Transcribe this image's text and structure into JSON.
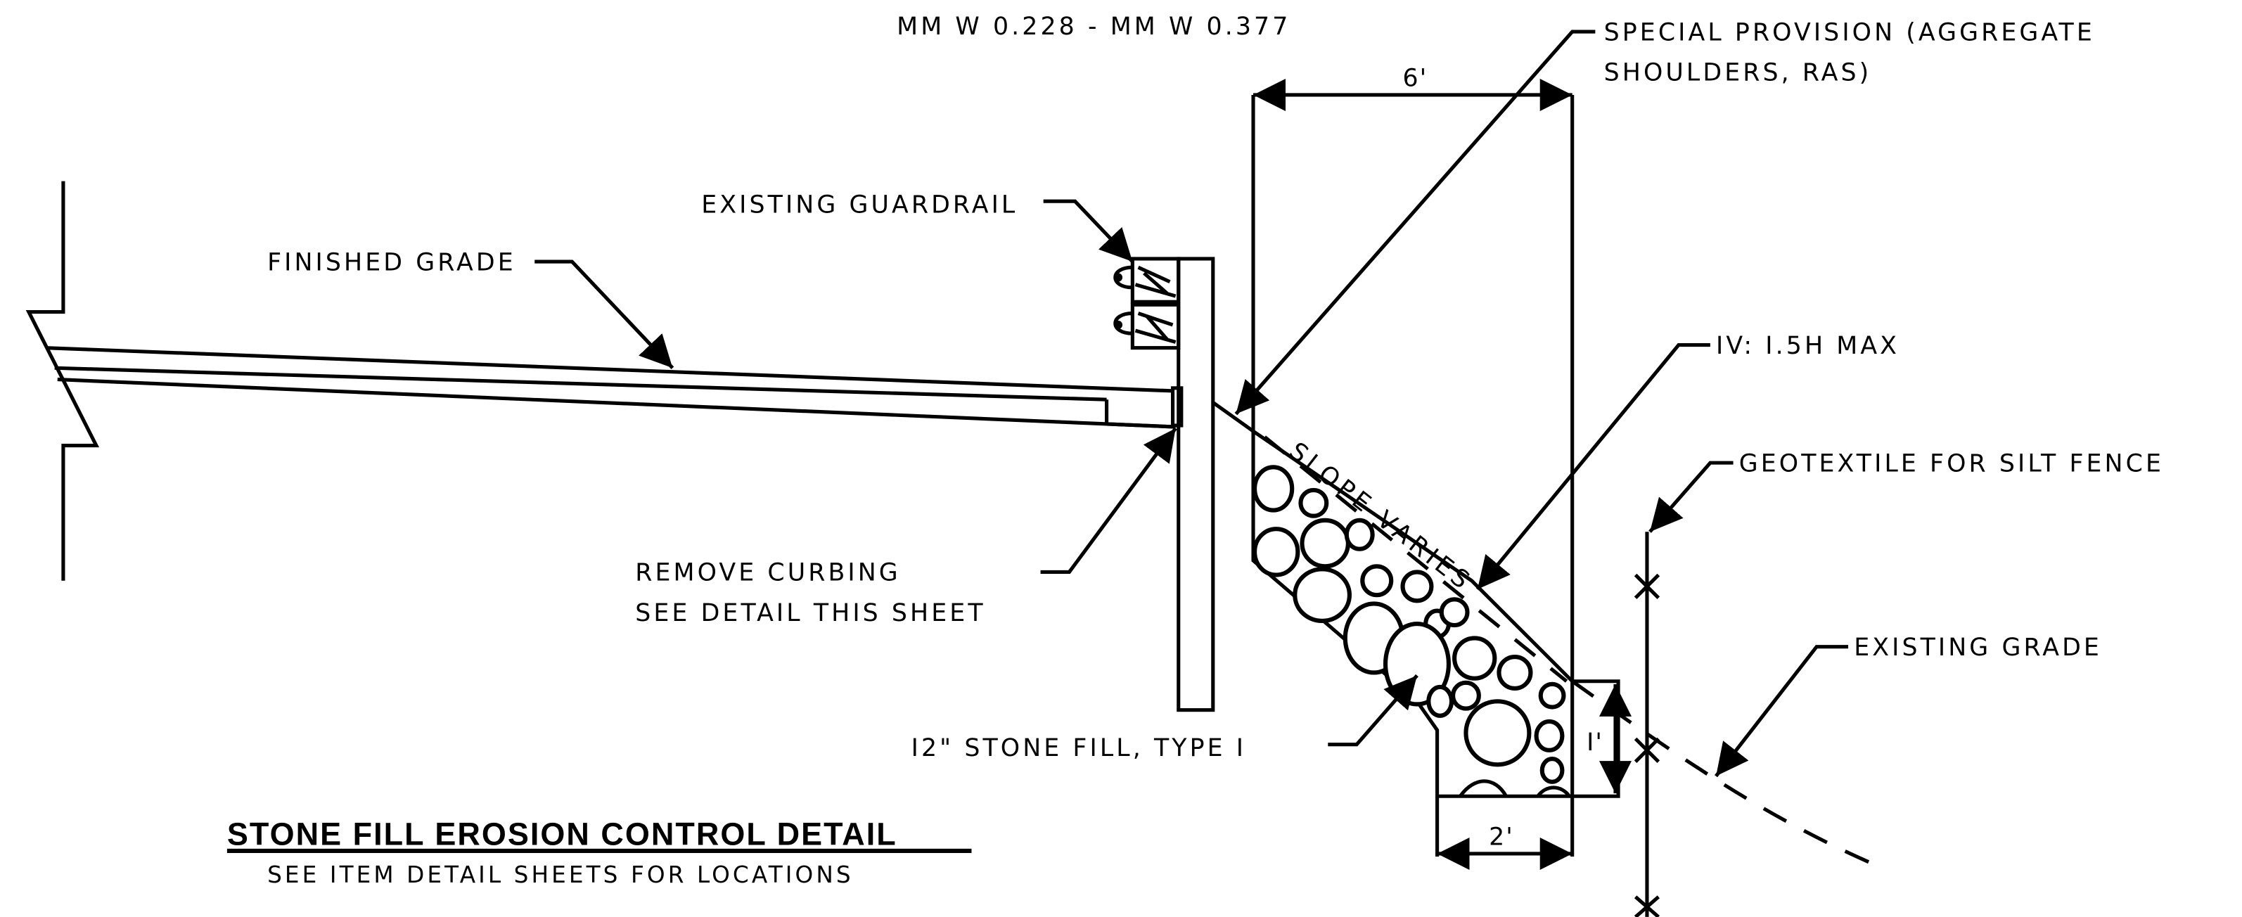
{
  "header": {
    "mile_markers": "MM W 0.228 - MM W 0.377"
  },
  "labels": {
    "special_provision_line1": "SPECIAL PROVISION (AGGREGATE",
    "special_provision_line2": "SHOULDERS, RAS)",
    "existing_guardrail": "EXISTING GUARDRAIL",
    "finished_grade": "FINISHED GRADE",
    "slope_ratio": "IV: I.5H MAX",
    "geotextile": "GEOTEXTILE FOR SILT FENCE",
    "slope_varies": "SLOPE VARIES",
    "remove_curbing_line1": "REMOVE CURBING",
    "remove_curbing_line2": "SEE DETAIL THIS SHEET",
    "existing_grade": "EXISTING GRADE",
    "stone_fill": "I2\" STONE FILL, TYPE I"
  },
  "dimensions": {
    "top_width": "6'",
    "bottom_width": "2'",
    "depth": "I'"
  },
  "title_block": {
    "title": "STONE FILL EROSION  CONTROL DETAIL",
    "subtitle": "SEE ITEM DETAIL SHEETS FOR LOCATIONS"
  }
}
